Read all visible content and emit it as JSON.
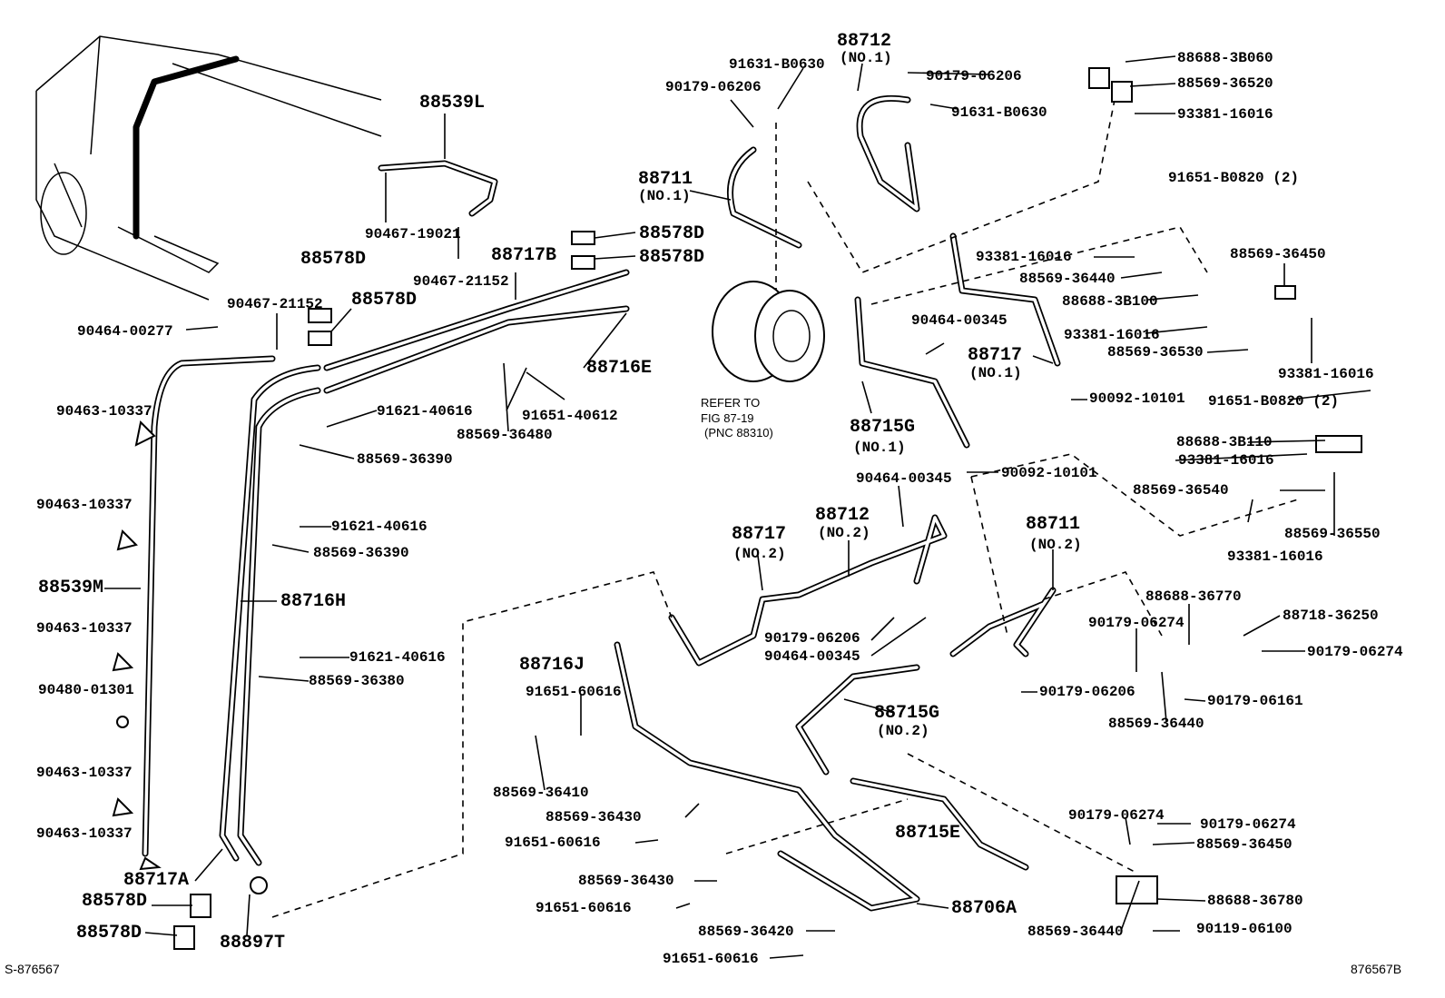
{
  "diagram": {
    "labels": [
      "88712",
      "(NO.1)",
      "91631-B0630",
      "90179-06206",
      "90179-06206",
      "91631-B0630",
      "88688-3B060",
      "88569-36520",
      "93381-16016",
      "88539L",
      "88711",
      "(NO.1)",
      "91651-B0820 (2)",
      "90467-19021",
      "88578D",
      "88578D",
      "88717B",
      "88578D",
      "90467-21152",
      "93381-16016",
      "88569-36450",
      "88569-36440",
      "90467-21152",
      "88578D",
      "88688-3B100",
      "90464-00277",
      "90464-00345",
      "88717",
      "(NO.1)",
      "93381-16016",
      "88569-36530",
      "88716E",
      "93381-16016",
      "REFER TO",
      "FIG 87-19",
      "(PNC 88310)",
      "91621-40616",
      "90463-10337",
      "91651-40612",
      "88569-36480",
      "90092-10101",
      "91651-B0820 (2)",
      "88715G",
      "(NO.1)",
      "88688-3B110",
      "88569-36390",
      "93381-16016",
      "90464-00345",
      "90092-10101",
      "88569-36540",
      "90463-10337",
      "88712",
      "(NO.2)",
      "88717",
      "(NO.2)",
      "88711",
      "(NO.2)",
      "91621-40616",
      "88569-36550",
      "88569-36390",
      "93381-16016",
      "88539M",
      "88688-36770",
      "88716H",
      "90179-06274",
      "88718-36250",
      "90463-10337",
      "90179-06206",
      "90179-06274",
      "91621-40616",
      "90464-00345",
      "88716J",
      "88569-36380",
      "90480-01301",
      "88715G",
      "(NO.2)",
      "91651-60616",
      "90179-06206",
      "90179-06161",
      "88569-36440",
      "90463-10337",
      "88569-36410",
      "88569-36430",
      "90179-06274",
      "90179-06274",
      "88715E",
      "90463-10337",
      "91651-60616",
      "88569-36450",
      "88717A",
      "88569-36430",
      "88578D",
      "88688-36780",
      "91651-60616",
      "88706A",
      "88578D",
      "88569-36420",
      "88569-36440",
      "90119-06100",
      "88897T",
      "91651-60616"
    ],
    "figure_id_left": "S-876567",
    "figure_id_right": "876567B"
  }
}
